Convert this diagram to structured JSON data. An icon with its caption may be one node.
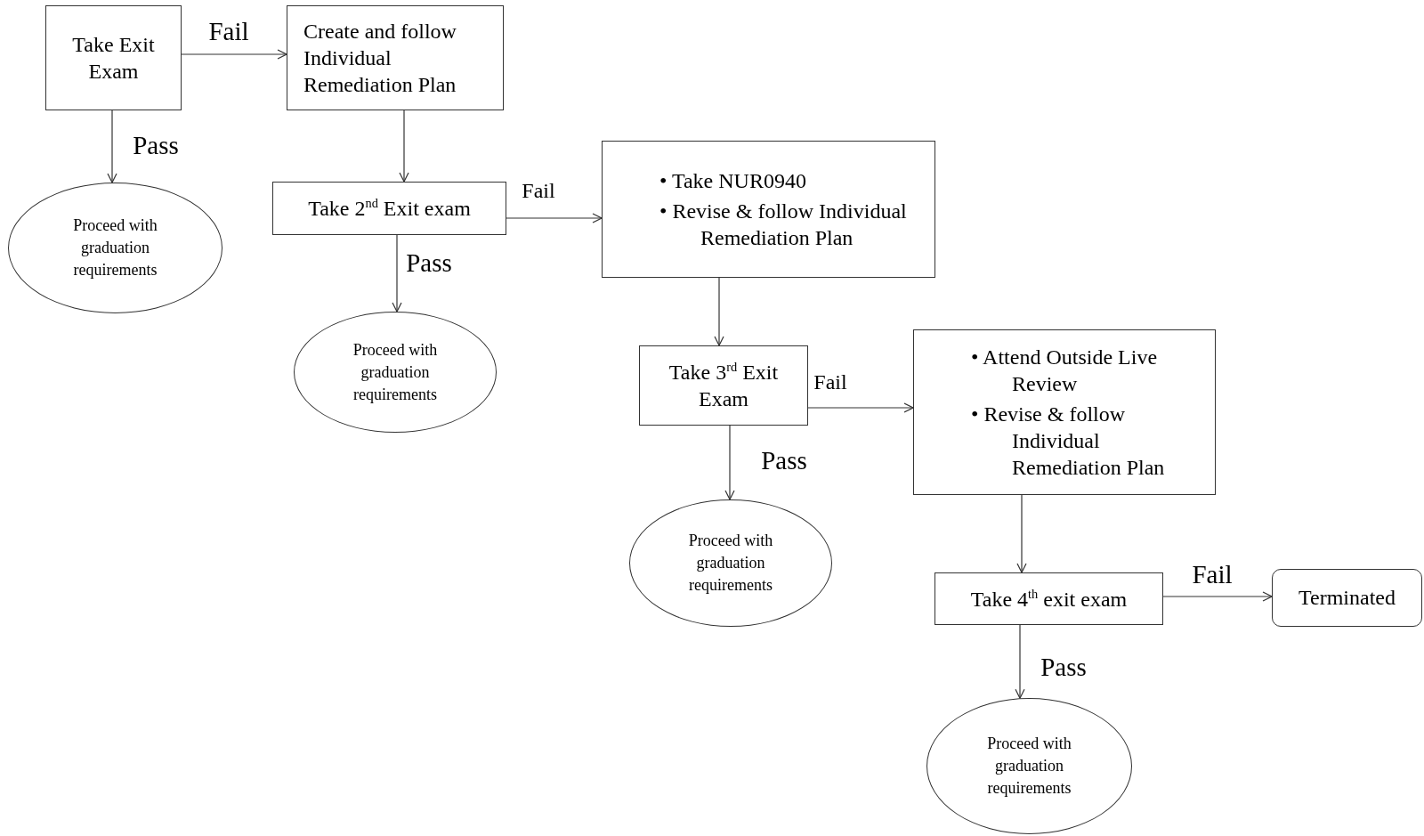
{
  "diagram": {
    "nodes": [
      {
        "text": [
          "Take Exit Exam"
        ]
      },
      {
        "text": [
          "Create and follow Individual Remediation Plan"
        ]
      },
      {
        "text": [
          "Proceed with graduation requirements"
        ]
      },
      {
        "text": [
          "Take 2$^{nd}$ Exit exam"
        ]
      },
      {
        "text": [
          "• Take NUR0940",
          "• Revise & follow Individual Remediation Plan"
        ]
      },
      {
        "text": [
          "Proceed with graduation requirements"
        ]
      },
      {
        "text": [
          "Take 3$^{rd}$ Exit Exam"
        ]
      },
      {
        "text": [
          "• Attend Outside Live Review",
          "• Revise & follow Individual Remediation Plan"
        ]
      },
      {
        "text": [
          "Proceed with graduation requirements"
        ]
      },
      {
        "text": [
          "Take 4$^{th}$ exit exam"
        ]
      },
      {
        "text": [
          "Terminated"
        ]
      },
      {
        "text": [
          "Proceed with graduation requirements"
        ]
      }
    ],
    "edges": [
      {
        "from": 0,
        "to": 1,
        "arrow": "to",
        "label": "Fail"
      },
      {
        "from": 0,
        "to": 2,
        "arrow": "to",
        "label": "Pass"
      },
      {
        "from": 1,
        "to": 3,
        "arrow": "to"
      },
      {
        "from": 3,
        "to": 4,
        "arrow": "to",
        "label": "Fail"
      },
      {
        "from": 3,
        "to": 5,
        "arrow": "to",
        "label": "Pass"
      },
      {
        "from": 4,
        "to": 6,
        "arrow": "to"
      },
      {
        "from": 6,
        "to": 7,
        "arrow": "to",
        "label": "Fail"
      },
      {
        "from": 6,
        "to": 8,
        "arrow": "to",
        "label": "Pass"
      },
      {
        "from": 7,
        "to": 9,
        "arrow": "to"
      },
      {
        "from": 9,
        "to": 10,
        "arrow": "to",
        "label": "Fail"
      },
      {
        "from": 9,
        "to": 11,
        "arrow": "to",
        "label": "Pass"
      }
    ]
  }
}
